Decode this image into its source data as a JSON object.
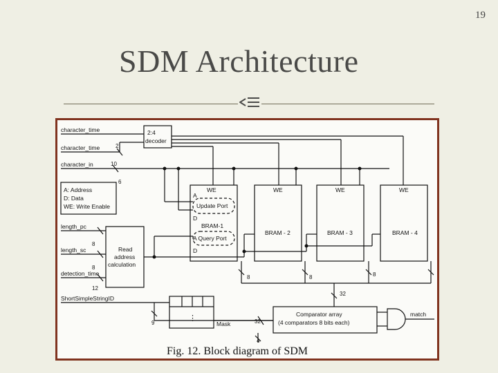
{
  "slide": {
    "number": "19",
    "title": "SDM Architecture"
  },
  "diagram": {
    "signals": {
      "character_time_1": "character_time",
      "character_time_2": "character_time",
      "character_in": "character_in",
      "length_pc": "length_pc",
      "length_sc": "length_sc",
      "detection_time": "detection_time",
      "short_id": "ShortSimpleStringID"
    },
    "decoder": {
      "line1": "2:4",
      "line2": "decoder"
    },
    "legend": {
      "a": "A: Address",
      "d": "D: Data",
      "we": "WE: Write Enable"
    },
    "read_calc": {
      "line1": "Read",
      "line2": "address",
      "line3": "calculation"
    },
    "bram1": {
      "we": "WE",
      "a": "A",
      "update": "Update Port",
      "d": "D",
      "name": "BRAM-1",
      "query": "A Query Port",
      "d2": "D"
    },
    "bram_we": "WE",
    "bram2": "BRAM - 2",
    "bram3": "BRAM - 3",
    "bram4": "BRAM - 4",
    "comparator": {
      "line1": "Comparator array",
      "line2": "(4 comparators 8 bits each)"
    },
    "mask": "Mask",
    "match": "match",
    "dots": "⋮",
    "widths": {
      "w2": "2",
      "w10": "10",
      "w6": "6",
      "w8a": "8",
      "w12": "12",
      "w8b": "8",
      "w8c": "8",
      "w8d": "8",
      "w8e": "8",
      "w32a": "32",
      "w9": "9",
      "w32b": "32",
      "w4": "4"
    },
    "caption": "Fig. 12.    Block diagram of SDM"
  }
}
